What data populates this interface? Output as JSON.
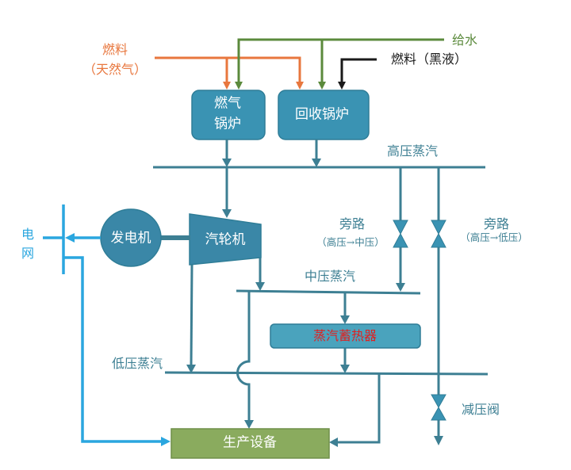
{
  "colors": {
    "fuel_gas": "#e8773e",
    "feedwater": "#5b8a3c",
    "black_liquor": "#1a1a1a",
    "steam": "#3d7f93",
    "equipment": "#3a93b3",
    "electricity": "#2aa6df",
    "production": "#8aab5e",
    "accumulator_text": "#e02020"
  },
  "inputs": {
    "fuel_gas_line1": "燃料",
    "fuel_gas_line2": "（天然气）",
    "feedwater": "给水",
    "black_liquor": "燃料（黑液）"
  },
  "equipment": {
    "gas_boiler_line1": "燃气",
    "gas_boiler_line2": "锅炉",
    "recovery_boiler": "回收锅炉",
    "generator": "发电机",
    "turbine": "汽轮机",
    "accumulator": "蒸汽蓄热器",
    "production": "生产设备"
  },
  "steam": {
    "high": "高压蒸汽",
    "medium": "中压蒸汽",
    "low": "低压蒸汽"
  },
  "valves": {
    "bypass1_title": "旁路",
    "bypass1_desc": "（高压→中压）",
    "bypass2_title": "旁路",
    "bypass2_desc": "（高压→低压）",
    "reducing": "减压阀"
  },
  "grid": {
    "line1": "电",
    "line2": "网"
  }
}
